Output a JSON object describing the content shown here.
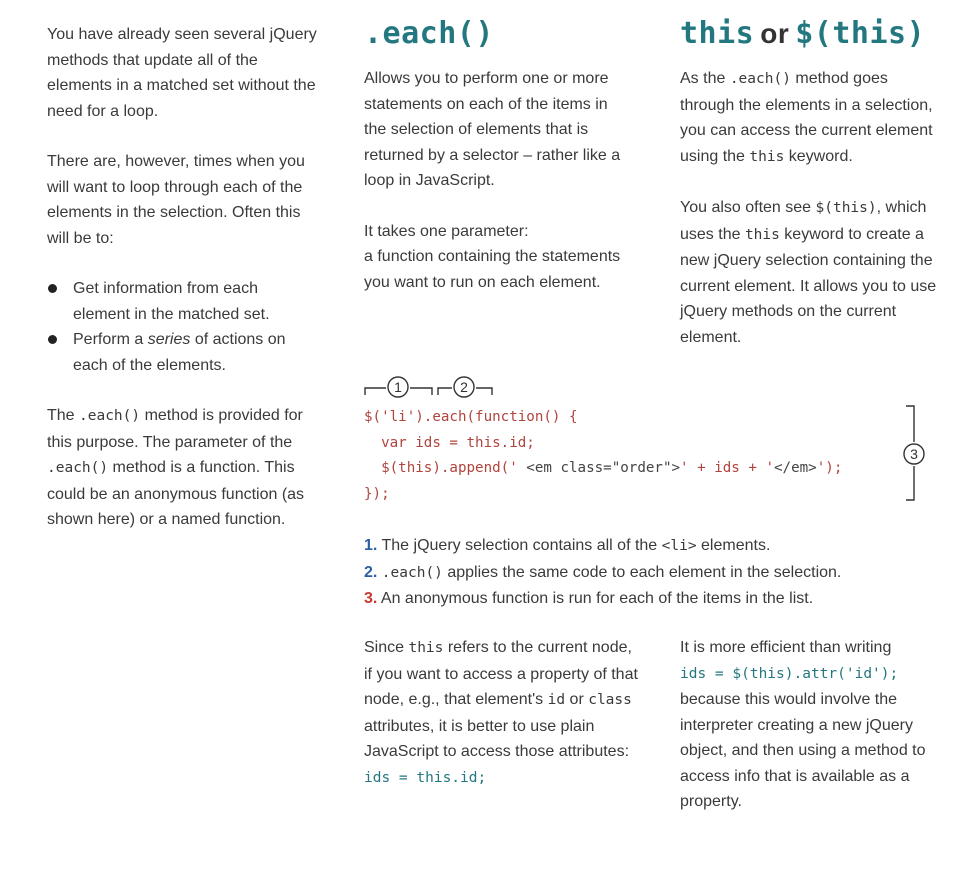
{
  "left": {
    "p1": "You have already seen several jQuery methods that update all of the elements in a matched set without the need for a loop.",
    "p2": "There are, however, times when you will want to loop through each of the elements in the selection. Often this will be to:",
    "bullets": [
      {
        "text": "Get information from each element in the matched set."
      },
      {
        "pre": "Perform a ",
        "em": "series",
        "post": " of actions on each of the elements."
      }
    ],
    "p3": {
      "a": "The ",
      "code1": ".each()",
      "b": " method is provided for this purpose. The parameter of the ",
      "code2": ".each()",
      "c": " method is a function. This could be an anonymous function (as shown here) or a named function."
    }
  },
  "middle": {
    "heading": ".each()",
    "p1": "Allows you to perform one or more statements on each of the items in the selection of elements that is returned by a selector – rather like a loop in JavaScript.",
    "p2a": "It takes one parameter:",
    "p2b": "a function containing the statements you want to run on each element."
  },
  "right": {
    "heading_a": "this",
    "heading_or": "or",
    "heading_b": "$(this)",
    "p1": {
      "a": "As the ",
      "code1": ".each()",
      "b": " method goes through the elements in a selection, you can access the current element using the ",
      "code2": "this",
      "c": " keyword."
    },
    "p2": {
      "a": "You also often see ",
      "code1": "$(this)",
      "b": ", which uses the ",
      "code2": "this",
      "c": " keyword to create a new jQuery selection containing the current element. It allows you to use jQuery methods on the current element."
    }
  },
  "code": {
    "markers": [
      "1",
      "2",
      "3"
    ],
    "line1": "$('li').each(function() {",
    "line2": "  var ids = this.id;",
    "line3a": "  $(this).append('",
    "line3b": " <em class=\"order\">",
    "line3c": "' + ids + '",
    "line3d": "</em>",
    "line3e": "');",
    "line4": "});"
  },
  "steps": [
    {
      "num": "1.",
      "pre": " The jQuery selection contains all of the ",
      "code": "<li>",
      "post": " elements."
    },
    {
      "num": "2.",
      "pre": " ",
      "code": ".each()",
      "post": " applies the same code to each element in the selection."
    },
    {
      "num": "3.",
      "pre": " An anonymous function is run for each of the items in the list.",
      "code": "",
      "post": ""
    }
  ],
  "bottom_left": {
    "a": "Since ",
    "code1": "this",
    "b": " refers to the current node, if you want to access a property of that node, e.g., that element's ",
    "code2": "id",
    "c": " or ",
    "code3": "class",
    "d": " attributes, it is better to use plain JavaScript to access those attributes:",
    "code4": "ids = this.id;"
  },
  "bottom_right": {
    "a": "It is more efficient than writing",
    "code1": "ids = $(this).attr('id');",
    "b": "because this would involve the interpreter creating a new jQuery object, and then using a method to access info that is available as a property."
  },
  "colors": {
    "teal": "#23777f",
    "code_red": "#b0443e",
    "num_blue": "#2a5fa0",
    "num_red": "#c83a2f"
  }
}
